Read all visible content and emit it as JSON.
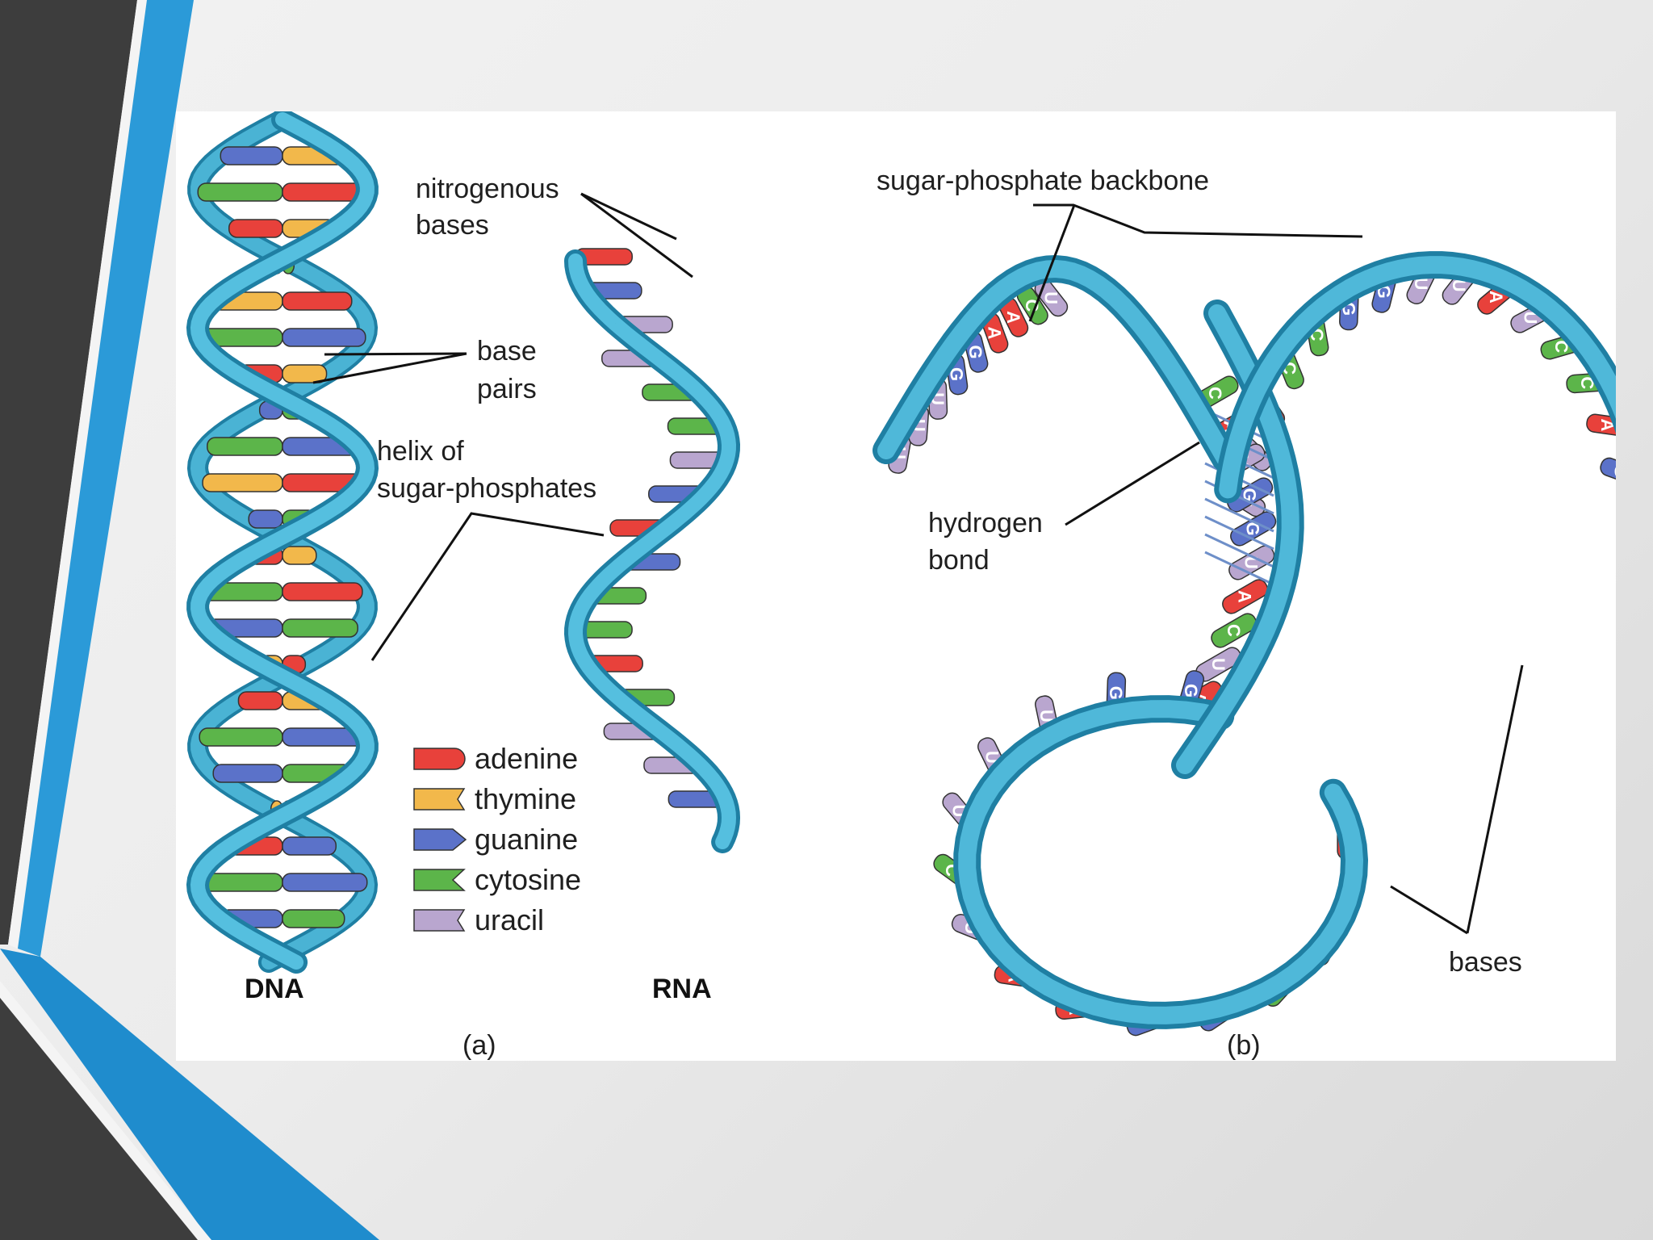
{
  "bases": {
    "adenine": {
      "label": "adenine",
      "color": "#e8413b",
      "letter": "A"
    },
    "thymine": {
      "label": "thymine",
      "color": "#f2b84b",
      "letter": "T"
    },
    "guanine": {
      "label": "guanine",
      "color": "#5b72c9",
      "letter": "G"
    },
    "cytosine": {
      "label": "cytosine",
      "color": "#5cb54a",
      "letter": "C"
    },
    "uracil": {
      "label": "uracil",
      "color": "#b9a6cf",
      "letter": "U"
    }
  },
  "colors": {
    "ribbon": "#3aa6c8",
    "ribbon_dark": "#1f7fa3",
    "deco_blue": "#2b9ad8",
    "deco_dark": "#3a3a3a"
  },
  "panel_a": {
    "labels": {
      "nitrogenous_bases_1": "nitrogenous",
      "nitrogenous_bases_2": "bases",
      "base_pairs_1": "base",
      "base_pairs_2": "pairs",
      "helix_1": "helix of",
      "helix_2": "sugar-phosphates",
      "dna": "DNA",
      "rna": "RNA",
      "caption": "(a)"
    },
    "legend_order": [
      "adenine",
      "thymine",
      "guanine",
      "cytosine",
      "uracil"
    ],
    "dna_rungs": [
      [
        "G",
        "T"
      ],
      [
        "C",
        "A"
      ],
      [
        "A",
        "T"
      ],
      [
        "G",
        "C"
      ],
      [
        "T",
        "A"
      ],
      [
        "C",
        "G"
      ],
      [
        "A",
        "T"
      ],
      [
        "G",
        "C"
      ],
      [
        "C",
        "G"
      ],
      [
        "T",
        "A"
      ],
      [
        "G",
        "C"
      ],
      [
        "A",
        "T"
      ],
      [
        "C",
        "A"
      ],
      [
        "G",
        "C"
      ],
      [
        "T",
        "A"
      ],
      [
        "A",
        "T"
      ],
      [
        "C",
        "G"
      ],
      [
        "G",
        "C"
      ],
      [
        "T",
        "A"
      ],
      [
        "A",
        "G"
      ],
      [
        "C",
        "G"
      ],
      [
        "G",
        "C"
      ]
    ],
    "rna_bases": [
      "A",
      "G",
      "U",
      "U",
      "C",
      "C",
      "U",
      "G",
      "A",
      "G",
      "C",
      "C",
      "A",
      "C",
      "U",
      "U",
      "G"
    ]
  },
  "panel_b": {
    "labels": {
      "backbone": "sugar-phosphate backbone",
      "hydrogen_1": "hydrogen",
      "hydrogen_2": "bond",
      "bases": "bases",
      "caption": "(b)"
    },
    "outer_bases": [
      "U",
      "U",
      "U",
      "G",
      "G",
      "A",
      "A",
      "C",
      "U",
      "G",
      "A",
      "C",
      "C",
      "U",
      "A",
      "U",
      "U",
      "G",
      "G",
      "C",
      "C",
      "A",
      "U",
      "U"
    ],
    "inner_bases": [
      "C",
      "A",
      "U",
      "G",
      "G",
      "U",
      "A",
      "C",
      "U",
      "A"
    ],
    "bottom_bases": [
      "A",
      "A",
      "U",
      "C",
      "G",
      "G",
      "A",
      "A",
      "U",
      "C",
      "U",
      "U",
      "U",
      "G",
      "G"
    ]
  }
}
